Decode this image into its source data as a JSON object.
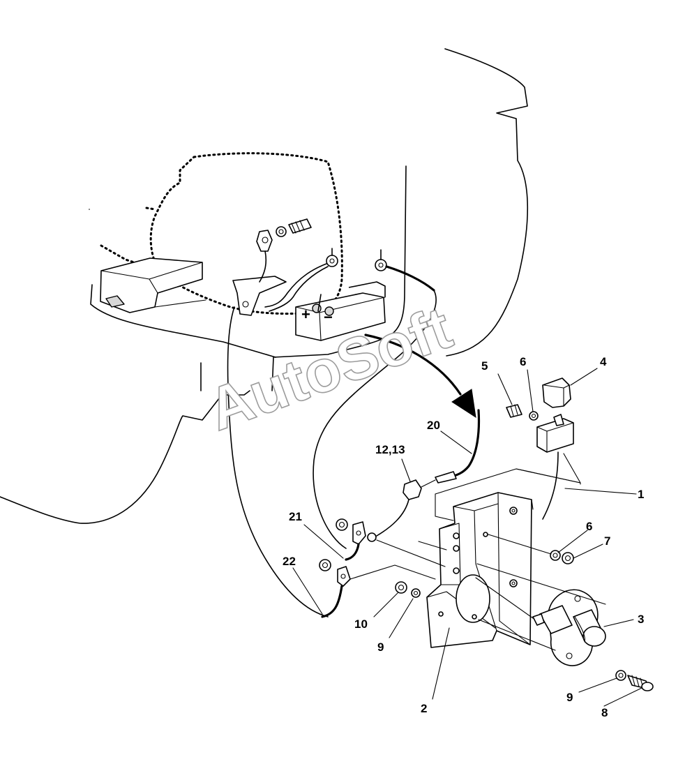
{
  "watermark": "AutoSoft",
  "terminal_marks": {
    "positive": "+",
    "negative": "−"
  },
  "callouts": [
    {
      "id": "c1",
      "text": "1"
    },
    {
      "id": "c2",
      "text": "2"
    },
    {
      "id": "c3",
      "text": "3"
    },
    {
      "id": "c4",
      "text": "4"
    },
    {
      "id": "c5",
      "text": "5"
    },
    {
      "id": "c6a",
      "text": "6"
    },
    {
      "id": "c6b",
      "text": "6"
    },
    {
      "id": "c7",
      "text": "7"
    },
    {
      "id": "c8",
      "text": "8"
    },
    {
      "id": "c9a",
      "text": "9"
    },
    {
      "id": "c9b",
      "text": "9"
    },
    {
      "id": "c10",
      "text": "10"
    },
    {
      "id": "c1213",
      "text": "12,13"
    },
    {
      "id": "c20",
      "text": "20"
    },
    {
      "id": "c21",
      "text": "21"
    },
    {
      "id": "c22",
      "text": "22"
    }
  ]
}
